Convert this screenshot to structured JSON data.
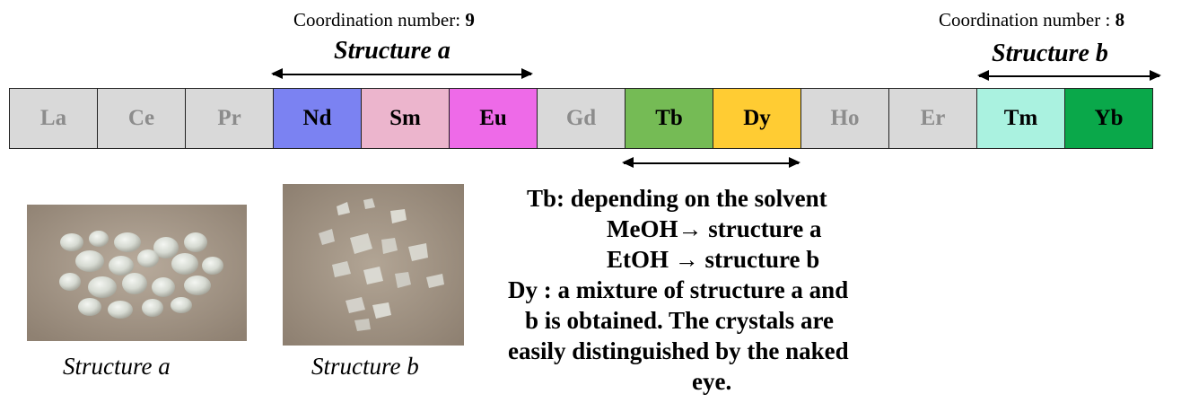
{
  "coordination_a": {
    "label": "Coordination number: ",
    "value": "9"
  },
  "coordination_b": {
    "label": "Coordination number : ",
    "value": "8"
  },
  "structure_a_title": "Structure a",
  "structure_b_title": "Structure b",
  "elements": [
    {
      "symbol": "La",
      "highlighted": false,
      "color": "#d9d9d9"
    },
    {
      "symbol": "Ce",
      "highlighted": false,
      "color": "#d9d9d9"
    },
    {
      "symbol": "Pr",
      "highlighted": false,
      "color": "#d9d9d9"
    },
    {
      "symbol": "Nd",
      "highlighted": true,
      "color": "#7b82f2"
    },
    {
      "symbol": "Sm",
      "highlighted": true,
      "color": "#ecb5cd"
    },
    {
      "symbol": "Eu",
      "highlighted": true,
      "color": "#ee6ae8"
    },
    {
      "symbol": "Gd",
      "highlighted": false,
      "color": "#d9d9d9"
    },
    {
      "symbol": "Tb",
      "highlighted": true,
      "color": "#75bb55"
    },
    {
      "symbol": "Dy",
      "highlighted": true,
      "color": "#ffcc33"
    },
    {
      "symbol": "Ho",
      "highlighted": false,
      "color": "#d9d9d9"
    },
    {
      "symbol": "Er",
      "highlighted": false,
      "color": "#d9d9d9"
    },
    {
      "symbol": "Tm",
      "highlighted": true,
      "color": "#aaf2e0"
    },
    {
      "symbol": "Yb",
      "highlighted": true,
      "color": "#0aa84a"
    }
  ],
  "captions": {
    "photo_a": "Structure a",
    "photo_b": "Structure b"
  },
  "note_lines": [
    "Tb: depending on the solvent",
    "MeOH→ structure a",
    "EtOH → structure b",
    "Dy : a mixture of structure a and",
    "b is obtained. The crystals are",
    "easily distinguished by the naked",
    "eye."
  ]
}
